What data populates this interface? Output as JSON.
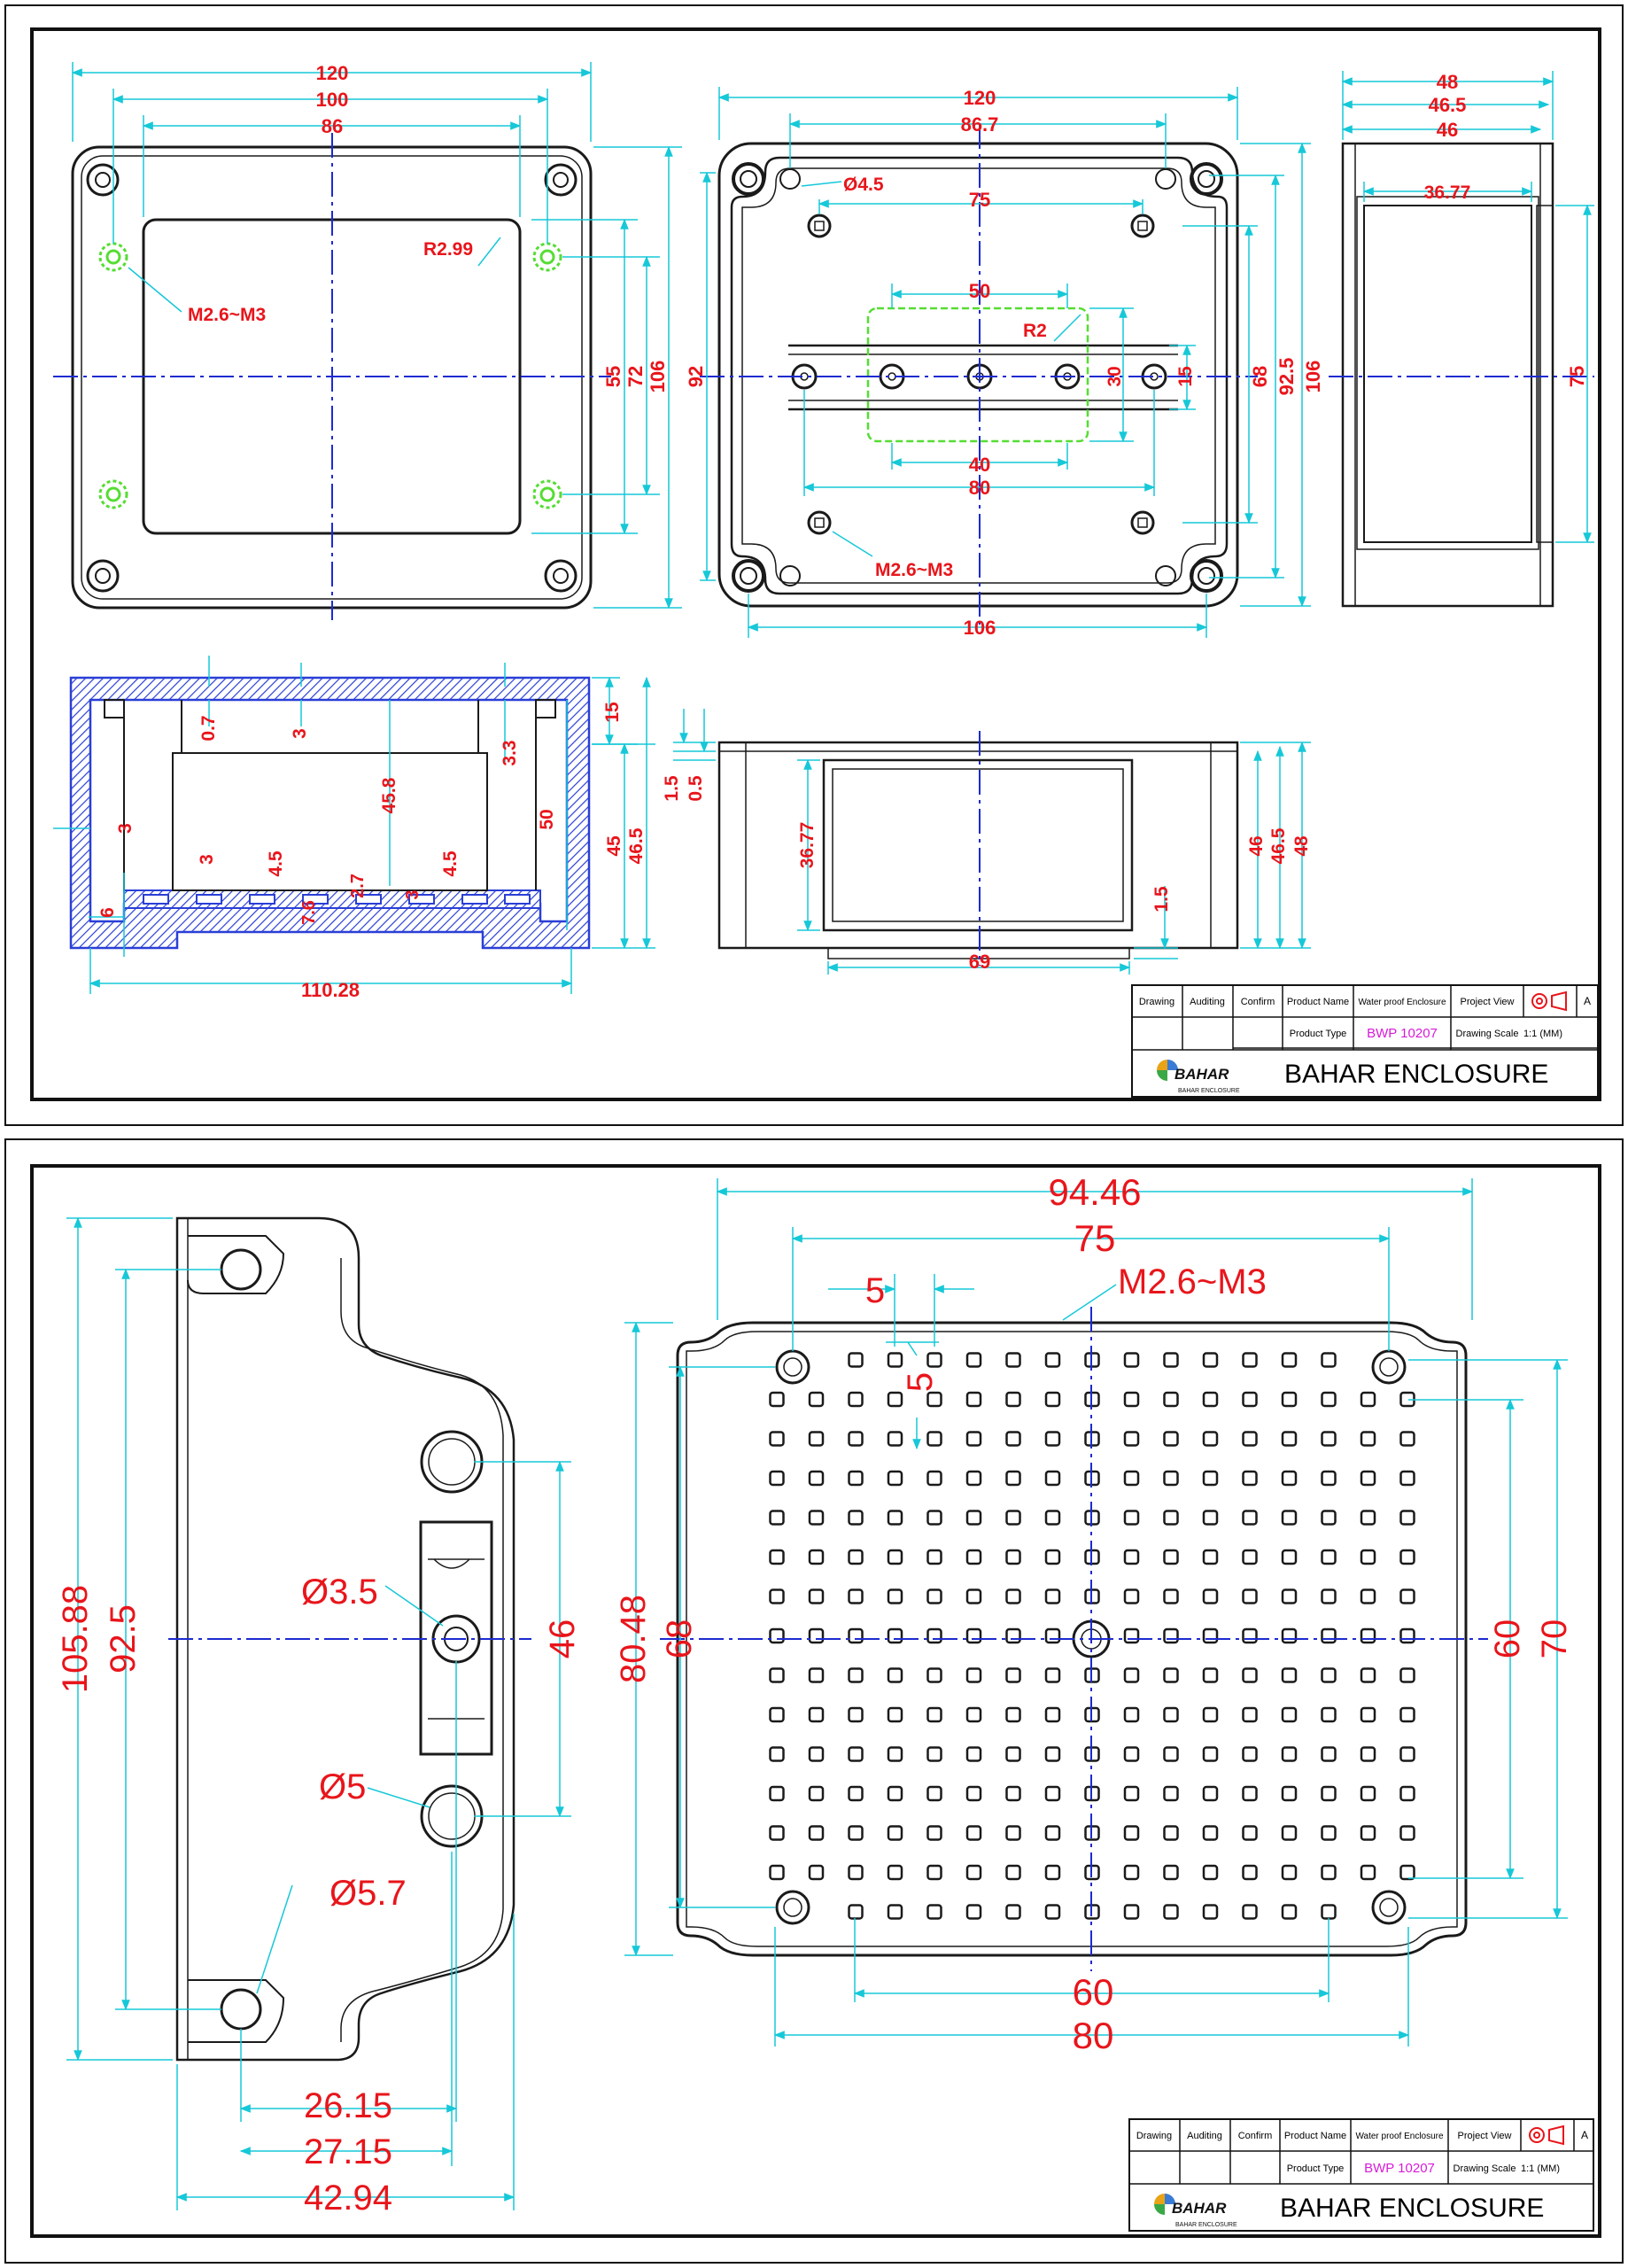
{
  "title_block": {
    "labels": {
      "drawing": "Drawing",
      "auditing": "Auditing",
      "confirm": "Confirm",
      "product_name": "Product Name",
      "product_type": "Product Type",
      "project_view": "Project View",
      "drawing_scale": "Drawing Scale"
    },
    "values": {
      "product_name": "Water proof Enclosure",
      "product_type": "BWP 10207",
      "drawing_scale": "1:1 (MM)",
      "sheet": "A"
    },
    "company": "BAHAR ENCLOSURE",
    "logo_text": "BAHAR",
    "logo_sub": "BAHAR ENCLOSURE"
  },
  "sheet1": {
    "top_view": {
      "w120": "120",
      "w100": "100",
      "w86": "86",
      "r": "R2.99",
      "thread": "M2.6~M3",
      "h55": "55",
      "h72": "72",
      "h106": "106"
    },
    "inside_view": {
      "w120": "120",
      "w86_7": "86.7",
      "hole": "Ø4.5",
      "w75": "75",
      "w50": "50",
      "r2": "R2",
      "w40": "40",
      "w80": "80",
      "h30": "30",
      "h15": "15",
      "thread": "M2.6~M3",
      "w106": "106",
      "h92": "92",
      "h68": "68",
      "h92_5": "92.5",
      "h106": "106"
    },
    "side_view": {
      "w48": "48",
      "w46_5": "46.5",
      "w46": "46",
      "w36_77": "36.77",
      "h75": "75"
    },
    "section_view": {
      "d0_7": "0.7",
      "d3a": "3",
      "d15": "15",
      "d3_3": "3.3",
      "d45_8": "45.8",
      "d50": "50",
      "d45": "45",
      "d46_5": "46.5",
      "d3b": "3",
      "d3c": "3",
      "d4_5a": "4.5",
      "d7_6": "7.6",
      "d2_7": "2.7",
      "d3d": "3",
      "d4_5b": "4.5",
      "d6": "6",
      "w110_28": "110.28"
    },
    "end_view": {
      "d1_5": "1.5",
      "d0_5": "0.5",
      "d36_77": "36.77",
      "d1_5b": "1.5",
      "w69": "69",
      "h46": "46",
      "h46_5": "46.5",
      "h48": "48"
    }
  },
  "sheet2": {
    "bracket": {
      "h105_88": "105.88",
      "h92_5": "92.5",
      "hole3_5": "Ø3.5",
      "hole5": "Ø5",
      "hole5_7": "Ø5.7",
      "h46": "46",
      "w26_15": "26.15",
      "w27_15": "27.15",
      "w42_94": "42.94"
    },
    "plate": {
      "w94_46": "94.46",
      "w75": "75",
      "pitch5a": "5",
      "pitch5b": "5",
      "thread": "M2.6~M3",
      "h80_48": "80.48",
      "h68": "68",
      "h60": "60",
      "h70": "70",
      "w60": "60",
      "w80": "80"
    }
  },
  "colors": {
    "dimension": "#e8151b",
    "dim_line": "#16c8d8",
    "outline": "#1a1a1a",
    "center_line": "#1c2bd0",
    "pcb_area": "#55dd33",
    "hatch": "#2a3fd6",
    "product_type": "#d81ad8"
  }
}
